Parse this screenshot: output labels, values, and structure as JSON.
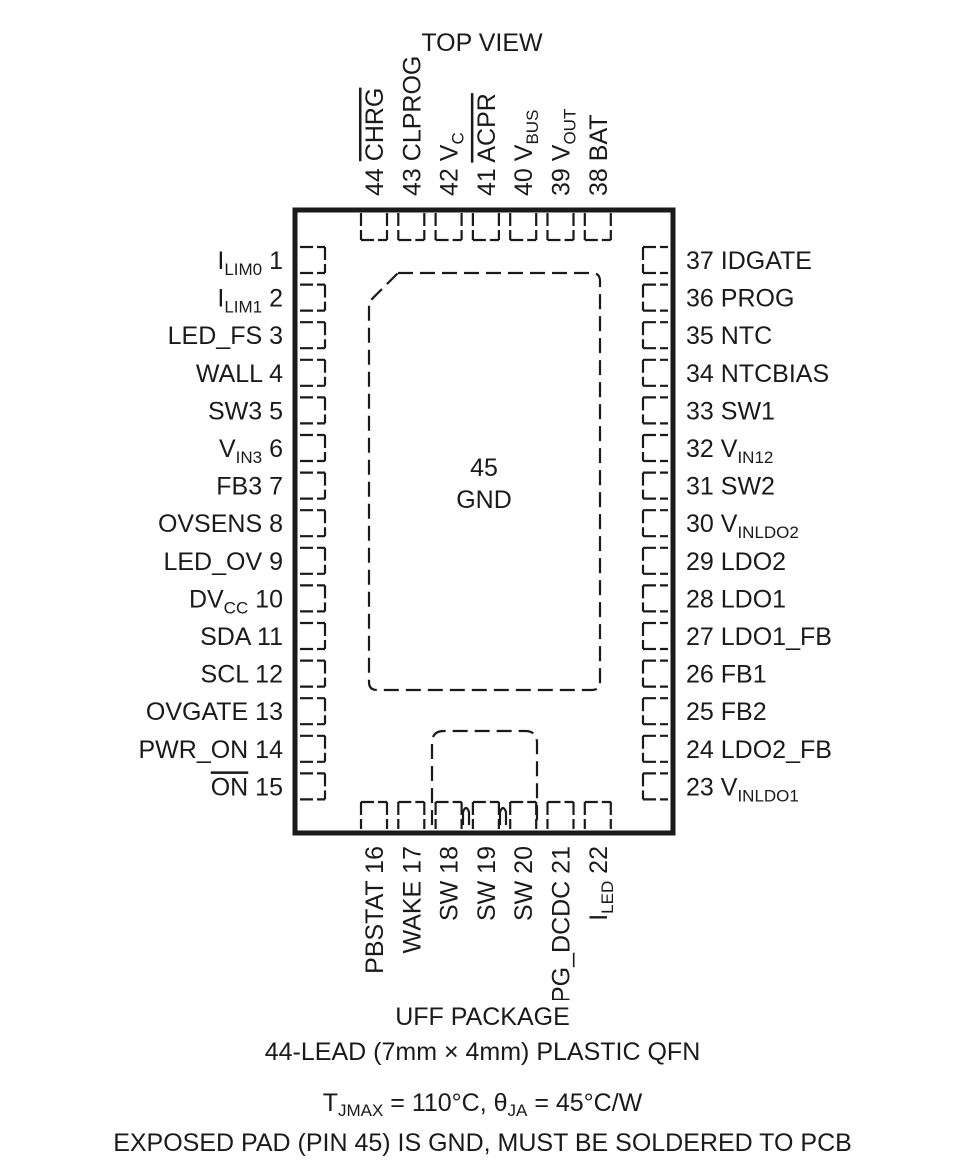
{
  "title": "TOP VIEW",
  "top_pins": [
    {
      "num": "44",
      "name": "CHRG",
      "bar": true
    },
    {
      "num": "43",
      "name": "CLPROG"
    },
    {
      "num": "42",
      "name": "V",
      "sub": "C"
    },
    {
      "num": "41",
      "name": "ACPR",
      "bar": true
    },
    {
      "num": "40",
      "name": "V",
      "sub": "BUS"
    },
    {
      "num": "39",
      "name": "V",
      "sub": "OUT"
    },
    {
      "num": "38",
      "name": "BAT"
    }
  ],
  "left_pins": [
    {
      "num": "1",
      "name": "I",
      "sub": "LIM0"
    },
    {
      "num": "2",
      "name": "I",
      "sub": "LIM1"
    },
    {
      "num": "3",
      "name": "LED_FS"
    },
    {
      "num": "4",
      "name": "WALL"
    },
    {
      "num": "5",
      "name": "SW3"
    },
    {
      "num": "6",
      "name": "V",
      "sub": "IN3"
    },
    {
      "num": "7",
      "name": "FB3"
    },
    {
      "num": "8",
      "name": "OVSENS"
    },
    {
      "num": "9",
      "name": "LED_OV"
    },
    {
      "num": "10",
      "name": "DV",
      "sub": "CC"
    },
    {
      "num": "11",
      "name": "SDA"
    },
    {
      "num": "12",
      "name": "SCL"
    },
    {
      "num": "13",
      "name": "OVGATE"
    },
    {
      "num": "14",
      "name": "PWR_ON"
    },
    {
      "num": "15",
      "name": "ON",
      "bar": true
    }
  ],
  "right_pins": [
    {
      "num": "37",
      "name": "IDGATE"
    },
    {
      "num": "36",
      "name": "PROG"
    },
    {
      "num": "35",
      "name": "NTC"
    },
    {
      "num": "34",
      "name": "NTCBIAS"
    },
    {
      "num": "33",
      "name": "SW1"
    },
    {
      "num": "32",
      "name": "V",
      "sub": "IN12"
    },
    {
      "num": "31",
      "name": "SW2"
    },
    {
      "num": "30",
      "name": "V",
      "sub": "INLDO2"
    },
    {
      "num": "29",
      "name": "LDO2"
    },
    {
      "num": "28",
      "name": "LDO1"
    },
    {
      "num": "27",
      "name": "LDO1_FB"
    },
    {
      "num": "26",
      "name": "FB1"
    },
    {
      "num": "25",
      "name": "FB2"
    },
    {
      "num": "24",
      "name": "LDO2_FB"
    },
    {
      "num": "23",
      "name": "V",
      "sub": "INLDO1"
    }
  ],
  "bottom_pins": [
    {
      "num": "16",
      "name": "PBSTAT"
    },
    {
      "num": "17",
      "name": "WAKE"
    },
    {
      "num": "18",
      "name": "SW"
    },
    {
      "num": "19",
      "name": "SW"
    },
    {
      "num": "20",
      "name": "SW"
    },
    {
      "num": "21",
      "name": "PG_DCDC"
    },
    {
      "num": "22",
      "name": "I",
      "sub": "LED"
    }
  ],
  "exposed_pad": {
    "num": "45",
    "name": "GND"
  },
  "package": {
    "line1": "UFF PACKAGE",
    "line2": "44-LEAD (7mm × 4mm) PLASTIC QFN",
    "thermal_t": "T",
    "thermal_t_sub": "JMAX",
    "thermal_mid": " = 110°C, θ",
    "thermal_theta_sub": "JA",
    "thermal_end": " = 45°C/W",
    "note": "EXPOSED PAD (PIN 45) IS GND, MUST BE SOLDERED TO PCB"
  }
}
